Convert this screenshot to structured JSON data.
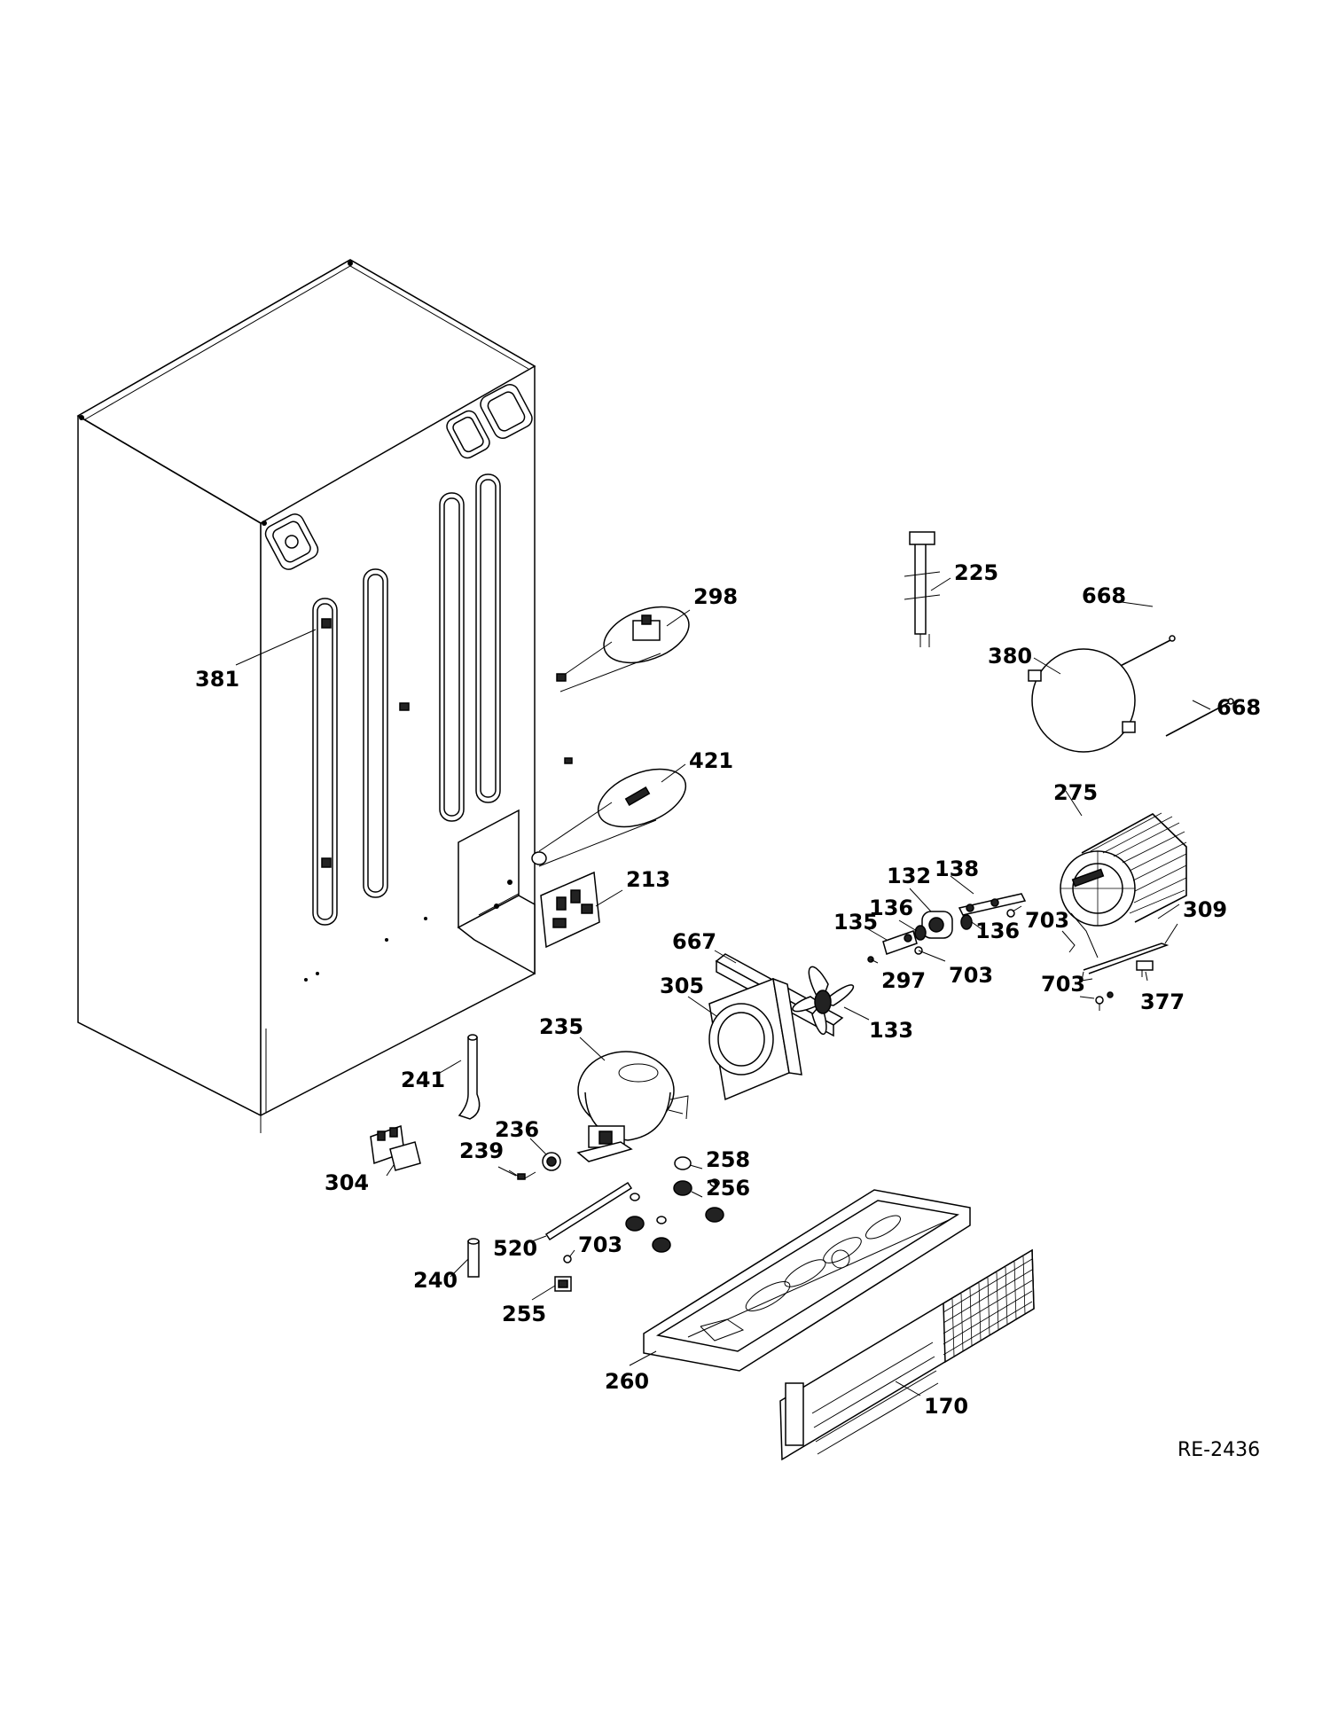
{
  "diagram": {
    "reference": "RE-2436",
    "labels": {
      "p381": "381",
      "p298": "298",
      "p421": "421",
      "p213": "213",
      "p225": "225",
      "p668a": "668",
      "p668b": "668",
      "p380": "380",
      "p275": "275",
      "p138": "138",
      "p132": "132",
      "p136a": "136",
      "p136b": "136",
      "p135": "135",
      "p703a": "703",
      "p703b": "703",
      "p297": "297",
      "p309": "309",
      "p703c": "703",
      "p377": "377",
      "p667": "667",
      "p305": "305",
      "p133": "133",
      "p235": "235",
      "p241": "241",
      "p236": "236",
      "p304": "304",
      "p239": "239",
      "p258": "258",
      "p256": "256",
      "p520": "520",
      "p703d": "703",
      "p240": "240",
      "p255": "255",
      "p260": "260",
      "p170": "170"
    }
  }
}
